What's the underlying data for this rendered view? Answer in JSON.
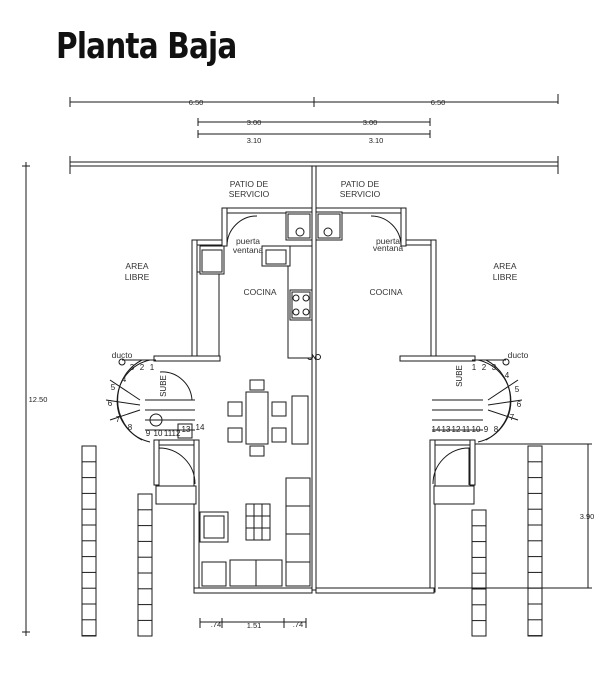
{
  "title": "Planta Baja",
  "labels": {
    "patio_left": [
      "PATIO DE",
      "SERVICIO"
    ],
    "patio_right": [
      "PATIO DE",
      "SERVICIO"
    ],
    "area_left": [
      "AREA",
      "LIBRE"
    ],
    "area_right": [
      "AREA",
      "LIBRE"
    ],
    "cocina_left": "COCINA",
    "cocina_right": "COCINA",
    "puerta_left": [
      "puerta",
      "ventana"
    ],
    "puerta_right": [
      "puerta",
      "ventana"
    ],
    "ducto_left": "ducto",
    "ducto_right": "ducto",
    "sube_left": "SUBE",
    "sube_right": "SUBE"
  },
  "dimensions": {
    "top_left": "6.50",
    "top_right": "6.50",
    "mid_left": "3.00",
    "mid_right": "3.00",
    "low_left": "3.10",
    "low_right": "3.10",
    "height_total": "12.50",
    "height_right": "3.90",
    "bottom_a": ".74",
    "bottom_b": "1.51",
    "bottom_c": ".74"
  },
  "stairs": {
    "left_steps": [
      "1",
      "2",
      "3",
      "4",
      "5",
      "6",
      "7",
      "8",
      "9",
      "10",
      "11",
      "12",
      "13",
      "14"
    ],
    "right_steps": [
      "1",
      "2",
      "3",
      "4",
      "5",
      "6",
      "7",
      "8",
      "9",
      "10",
      "11",
      "12",
      "13",
      "14"
    ]
  },
  "colors": {
    "line": "#1a1a1a",
    "wall": "#ffffff"
  }
}
